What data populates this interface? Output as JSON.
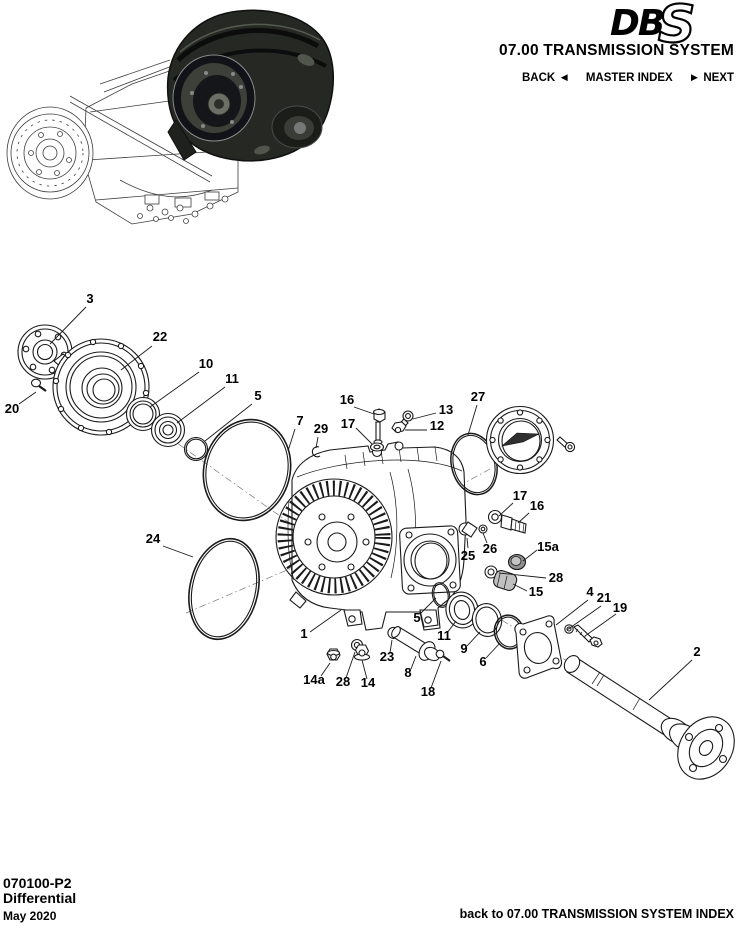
{
  "header": {
    "logo_db": "DB",
    "logo_s": "S",
    "title": "07.00 TRANSMISSION SYSTEM",
    "nav_back": "BACK",
    "nav_back_arrow": "◄",
    "nav_master_index": "MASTER INDEX",
    "nav_next_arrow": "►",
    "nav_next": "NEXT"
  },
  "footer": {
    "doc_number": "070100-P2",
    "doc_title": "Differential",
    "date": "May 2020",
    "index_link": "back to 07.00 TRANSMISSION SYSTEM INDEX"
  },
  "diagram": {
    "description": "Exploded view of the differential assembly with numbered part callouts",
    "callouts": [
      {
        "label": "3"
      },
      {
        "label": "20"
      },
      {
        "label": "22"
      },
      {
        "label": "10"
      },
      {
        "label": "11"
      },
      {
        "label": "5"
      },
      {
        "label": "7"
      },
      {
        "label": "29"
      },
      {
        "label": "16"
      },
      {
        "label": "17"
      },
      {
        "label": "13"
      },
      {
        "label": "12"
      },
      {
        "label": "27"
      },
      {
        "label": "17"
      },
      {
        "label": "16"
      },
      {
        "label": "25"
      },
      {
        "label": "26"
      },
      {
        "label": "15a"
      },
      {
        "label": "28"
      },
      {
        "label": "15"
      },
      {
        "label": "24"
      },
      {
        "label": "1"
      },
      {
        "label": "5"
      },
      {
        "label": "11"
      },
      {
        "label": "9"
      },
      {
        "label": "6"
      },
      {
        "label": "23"
      },
      {
        "label": "8"
      },
      {
        "label": "14a"
      },
      {
        "label": "28"
      },
      {
        "label": "14"
      },
      {
        "label": "18"
      },
      {
        "label": "4"
      },
      {
        "label": "21"
      },
      {
        "label": "19"
      },
      {
        "label": "2"
      }
    ]
  },
  "colors": {
    "ink": "#000000",
    "paper": "#ffffff"
  }
}
